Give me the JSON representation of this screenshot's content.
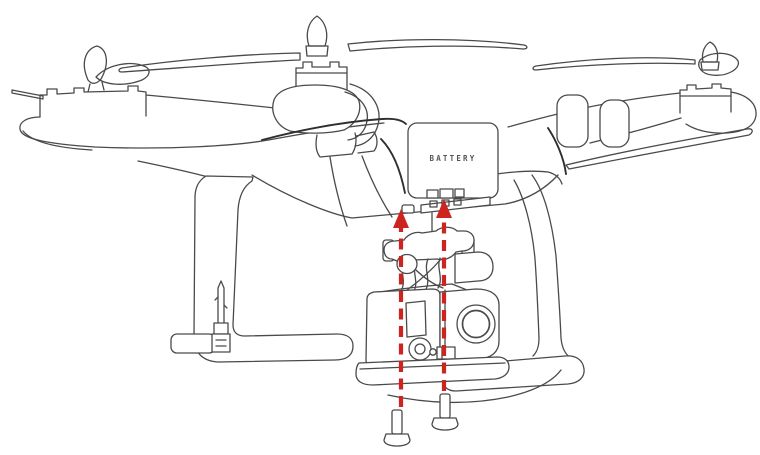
{
  "figure": {
    "battery_label": "BATTERY",
    "colors": {
      "background": "#ffffff",
      "line": "#4a4a4a",
      "dark_line": "#2f2f2f",
      "arrow_red": "#cd2420",
      "label_text": "#555555"
    },
    "annotations": {
      "arrow_style": "dashed",
      "arrow_direction": "up",
      "arrow_count": 2,
      "screw_count": 2
    }
  }
}
